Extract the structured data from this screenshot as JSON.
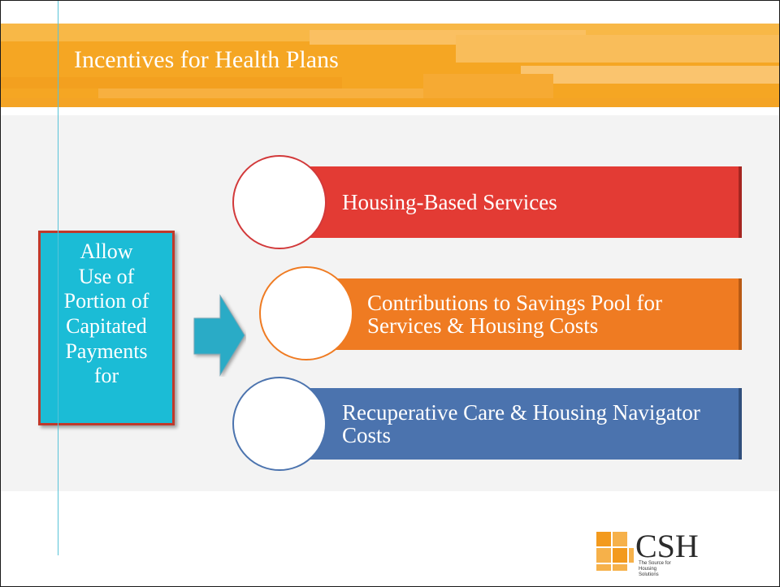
{
  "slide": {
    "title": "Incentives for Health Plans",
    "left_box_lines": [
      "Allow",
      "Use of",
      "Portion of",
      "Capitated",
      "Payments",
      "for"
    ],
    "items": [
      {
        "label": "Housing-Based Services",
        "color": "#e33b34"
      },
      {
        "label": "Contributions to Savings Pool for Services & Housing Costs",
        "color": "#ef7b22"
      },
      {
        "label": "Recuperative Care & Housing Navigator Costs",
        "color": "#4b73ae"
      }
    ]
  },
  "logo": {
    "name": "CSH",
    "tagline": "The Source for Housing Solutions"
  },
  "colors": {
    "banner": "#f5a623",
    "accent_line": "#58c3d8",
    "left_box": "#1bbcd6"
  }
}
